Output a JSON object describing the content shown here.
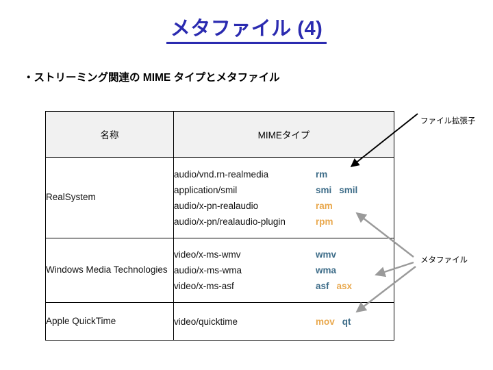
{
  "slide": {
    "title": "メタファイル (4)",
    "title_color": "#2b2bb0",
    "bullet": "・ストリーミング関連の MIME タイプとメタファイル"
  },
  "table": {
    "headers": {
      "name": "名称",
      "mime": "MIMEタイプ"
    },
    "rows": [
      {
        "name": "RealSystem",
        "entries": [
          {
            "mime": "audio/vnd.rn-realmedia",
            "extensions": [
              {
                "text": "rm",
                "color": "#3d6c88"
              }
            ]
          },
          {
            "mime": "application/smil",
            "extensions": [
              {
                "text": "smi",
                "color": "#3d6c88"
              },
              {
                "text": "smil",
                "color": "#3d6c88"
              }
            ]
          },
          {
            "mime": "audio/x-pn-realaudio",
            "extensions": [
              {
                "text": "ram",
                "color": "#e9a84d"
              }
            ]
          },
          {
            "mime": "audio/x-pn/realaudio-plugin",
            "extensions": [
              {
                "text": "rpm",
                "color": "#e9a84d"
              }
            ]
          }
        ]
      },
      {
        "name": "Windows Media Technologies",
        "entries": [
          {
            "mime": "video/x-ms-wmv",
            "extensions": [
              {
                "text": "wmv",
                "color": "#3d6c88"
              }
            ]
          },
          {
            "mime": "audio/x-ms-wma",
            "extensions": [
              {
                "text": "wma",
                "color": "#3d6c88"
              }
            ]
          },
          {
            "mime": "video/x-ms-asf",
            "extensions": [
              {
                "text": "asf",
                "color": "#3d6c88"
              },
              {
                "text": "asx",
                "color": "#e9a84d"
              }
            ]
          }
        ]
      },
      {
        "name": "Apple QuickTime",
        "entries": [
          {
            "mime": "video/quicktime",
            "extensions": [
              {
                "text": "mov",
                "color": "#e9a84d"
              },
              {
                "text": "qt",
                "color": "#3d6c88"
              }
            ]
          }
        ]
      }
    ]
  },
  "callouts": [
    {
      "label": "ファイル拡張子",
      "arrow_color": "#000000"
    },
    {
      "label": "メタファイル",
      "arrow_color": "#9a9a9a"
    }
  ]
}
